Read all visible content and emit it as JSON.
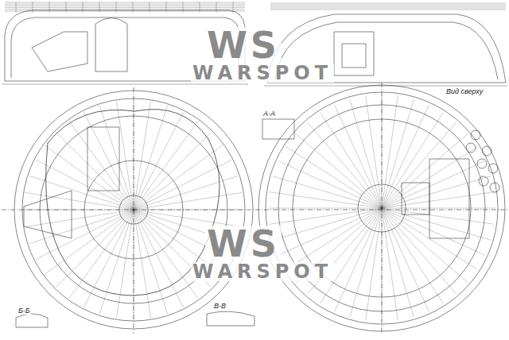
{
  "diagram": {
    "labels": [
      "WS",
      "WARSPOT",
      "WS",
      "WARSPOT",
      "Вид сверху",
      "А-А",
      "Б-Б",
      "В-В"
    ]
  }
}
